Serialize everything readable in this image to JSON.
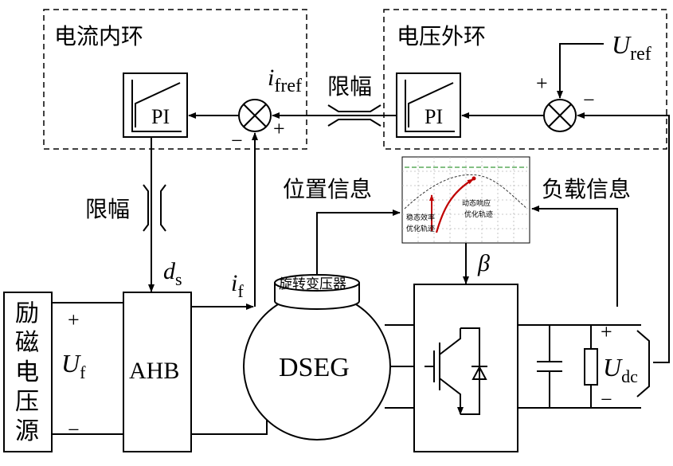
{
  "groups": {
    "current_loop": "电流内环",
    "voltage_loop": "电压外环"
  },
  "blocks": {
    "pi_label": "PI",
    "ahb": "AHB",
    "dseg": "DSEG",
    "excitation_source": [
      "励",
      "磁",
      "电",
      "压",
      "源"
    ],
    "rotary_transformer": "旋转变压器"
  },
  "labels": {
    "limiter": "限幅",
    "position_info": "位置信息",
    "load_info": "负载信息",
    "i_fref_main": "i",
    "i_fref_sub": "fref",
    "u_ref_main": "U",
    "u_ref_sub": "ref",
    "d_s_main": "d",
    "d_s_sub": "s",
    "i_f_main": "i",
    "i_f_sub": "f",
    "u_f_main": "U",
    "u_f_sub": "f",
    "u_dc_main": "U",
    "u_dc_sub": "dc",
    "beta": "β",
    "plus": "+",
    "minus": "−"
  },
  "inset": {
    "left_label_1": "稳态效率",
    "left_label_2": "优化轨迹",
    "right_label_1": "动态响应",
    "right_label_2": "优化轨迹"
  }
}
